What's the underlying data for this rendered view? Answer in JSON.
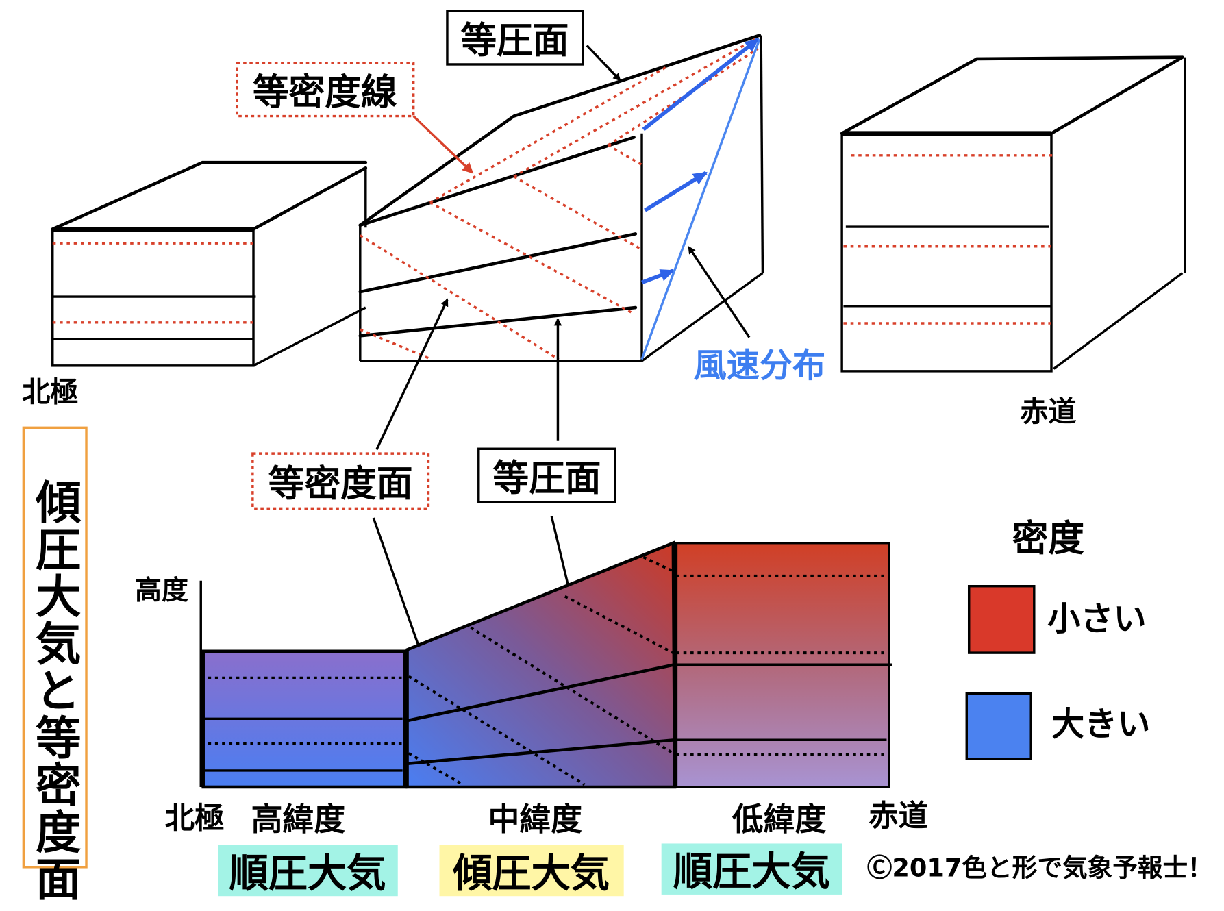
{
  "labels": {
    "isobar_top": "等圧面",
    "isopycnal_line": "等密度線",
    "wind_distribution": "風速分布",
    "north_pole_top": "北極",
    "equator_top": "赤道",
    "isopycnal_surface": "等密度面",
    "isobar_mid": "等圧面",
    "height": "高度",
    "north_pole": "北極",
    "high_lat": "高緯度",
    "mid_lat": "中緯度",
    "low_lat": "低緯度",
    "equator": "赤道",
    "title_vertical": "傾圧大気と等密度面",
    "copyright": "Ⓒ2017色と形で気象予報士！"
  },
  "badges": [
    {
      "label": "順圧大気",
      "color": "#a3f3e6"
    },
    {
      "label": "傾圧大気",
      "color": "#fff6a6"
    },
    {
      "label": "順圧大気",
      "color": "#a3f3e6"
    }
  ],
  "legend": {
    "title": "密度",
    "items": [
      {
        "label": "小さい",
        "color": "#d9392a"
      },
      {
        "label": "大きい",
        "color": "#4b82f0"
      }
    ]
  }
}
